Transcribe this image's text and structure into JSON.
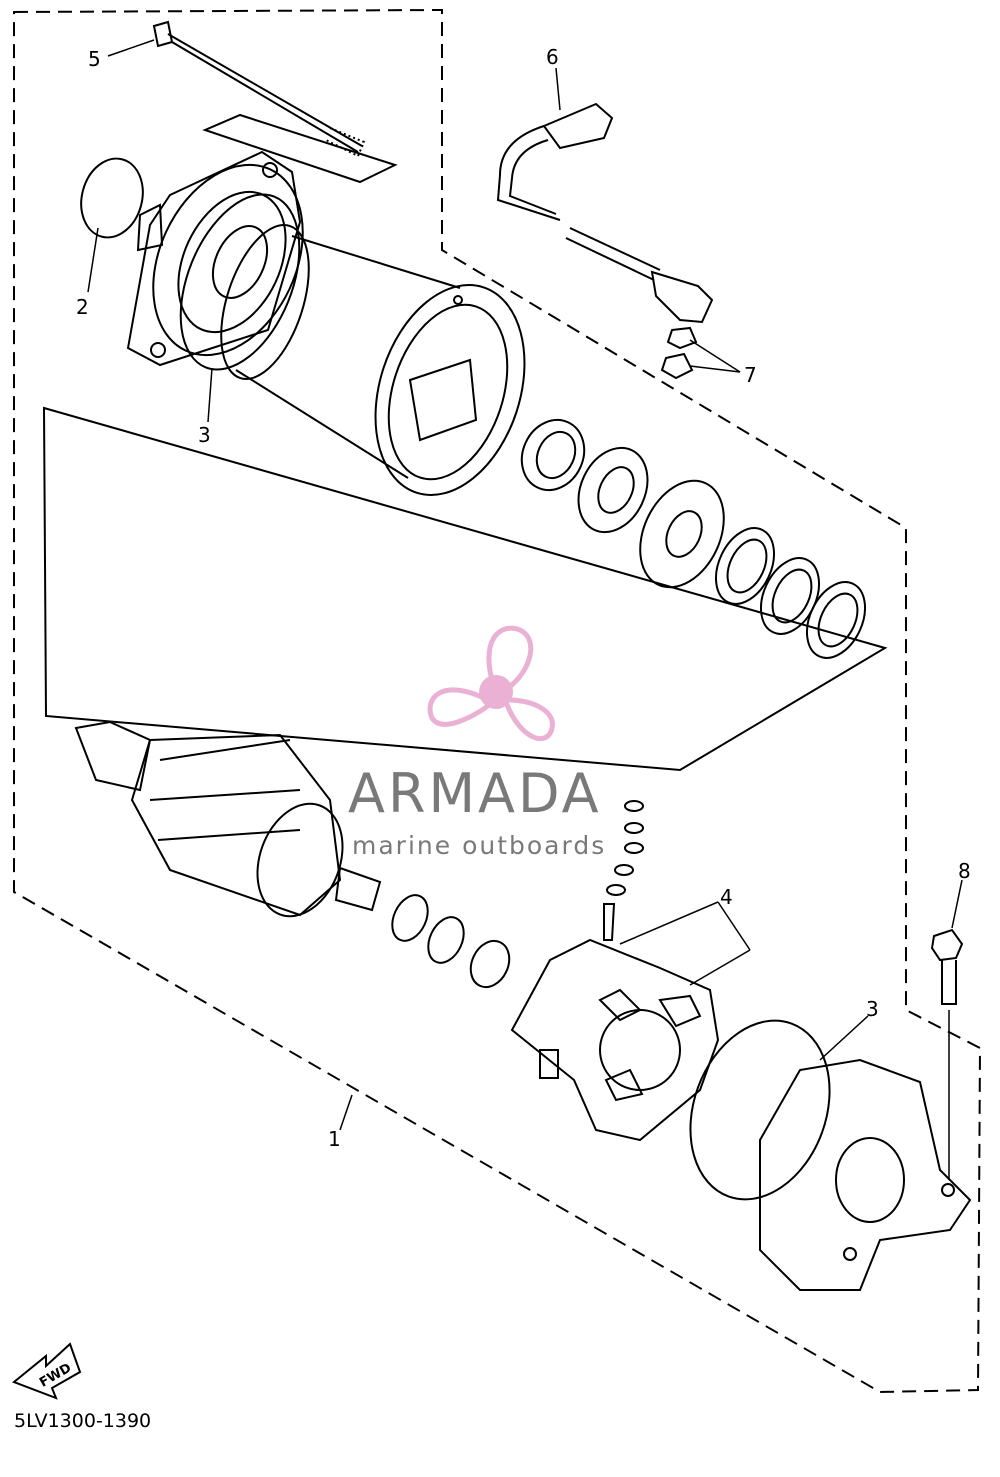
{
  "callouts": [
    "1",
    "2",
    "3",
    "3",
    "4",
    "5",
    "6",
    "7",
    "8"
  ],
  "diagram_code": "5LV1300-1390",
  "fwd_label": "FWD",
  "watermark": {
    "name": "ARMADA",
    "tagline": "marine outboards",
    "logo_color": "#e8a9d0"
  },
  "colors": {
    "line": "#000000",
    "background": "#ffffff"
  }
}
